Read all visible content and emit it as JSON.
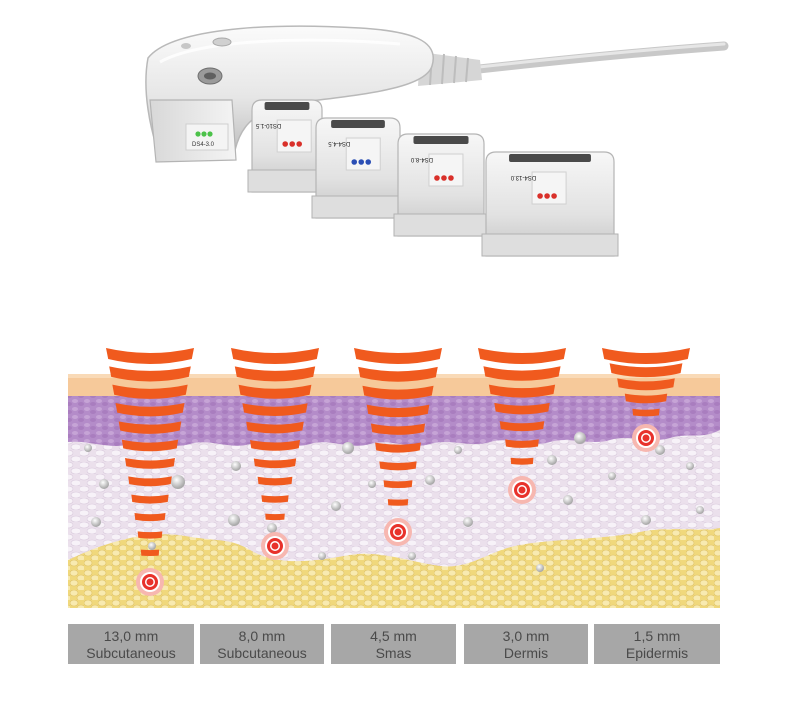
{
  "device": {
    "handpiece_label": "DS4-3.0",
    "cartridges": [
      {
        "label": "DS10-1.5",
        "dot_color": "#d9302a"
      },
      {
        "label": "DS4-4.5",
        "dot_color": "#2b4fb5"
      },
      {
        "label": "DS4-8.0",
        "dot_color": "#d9302a"
      },
      {
        "label": "DS4-13.0",
        "dot_color": "#d9302a"
      }
    ],
    "handpiece_dot_color": "#4cc24a"
  },
  "colors": {
    "beam": "#f05a1e",
    "focal": "#e8322b",
    "epidermis": "#f6c99a",
    "dermis_top": "#b08ac6",
    "dermis": "#e8dbe8",
    "fat": "#f2dc8c",
    "label_bg": "#a7a7a7"
  },
  "labels": [
    {
      "depth": "13,0 mm",
      "layer": "Subcutaneous"
    },
    {
      "depth": "8,0 mm",
      "layer": "Subcutaneous"
    },
    {
      "depth": "4,5 mm",
      "layer": "Smas"
    },
    {
      "depth": "3,0 mm",
      "layer": "Dermis"
    },
    {
      "depth": "1,5 mm",
      "layer": "Epidermis"
    }
  ]
}
